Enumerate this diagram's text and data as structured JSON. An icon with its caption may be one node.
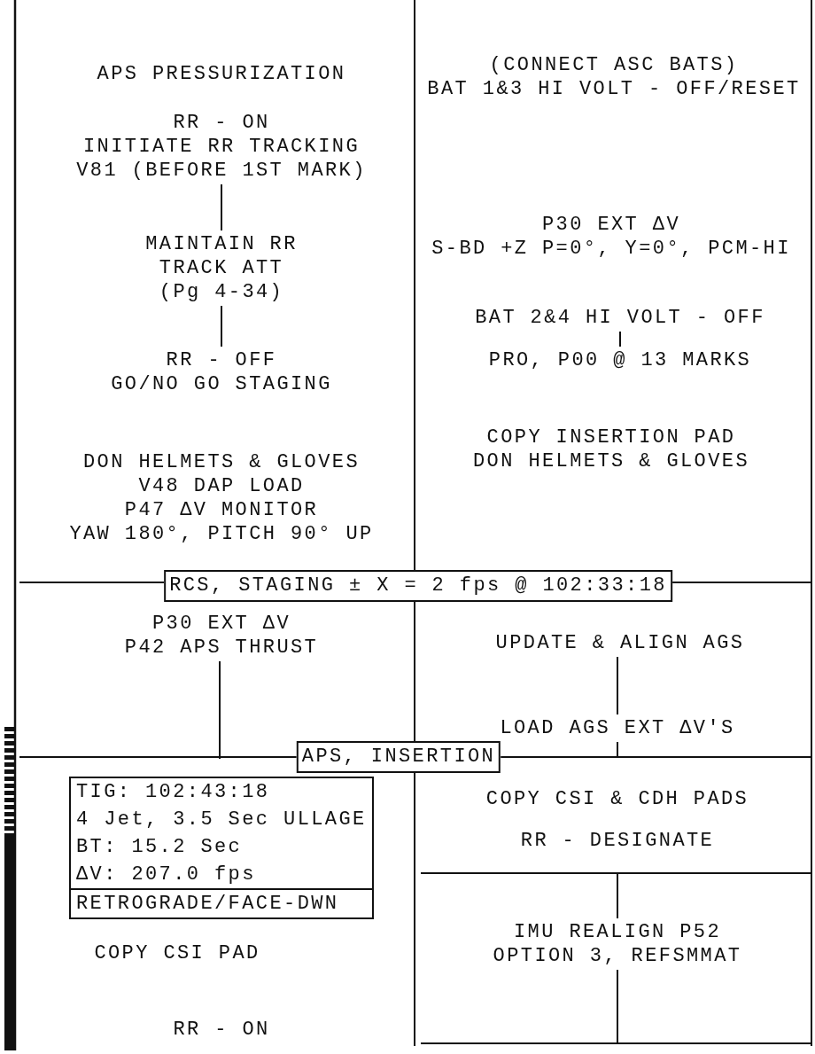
{
  "diagram": {
    "nodes": [
      {
        "text": [
          "APS PRESSURIZATION"
        ]
      },
      {
        "text": [
          "RR - ON INITIATE RR TRACKING V81 (BEFORE 1ST MARK)"
        ]
      },
      {
        "text": [
          "MAINTAIN RR TRACK ATT (Pg 4-34)"
        ]
      },
      {
        "text": [
          "RR - OFF GO/NO GO STAGING"
        ]
      },
      {
        "text": [
          "DON HELMETS & GLOVES V48 DAP LOAD P47 ΔV MONITOR YAW 180°, PITCH 90° UP"
        ]
      },
      {
        "text": [
          "(CONNECT ASC BATS) BAT 1&3 HI VOLT - OFF/RESET"
        ]
      },
      {
        "text": [
          "P30 EXT ΔV S-BD +Z P=0°, Y=0°, PCM-HI"
        ]
      },
      {
        "text": [
          "BAT 2&4 HI VOLT - OFF"
        ]
      },
      {
        "text": [
          "PRO, P00 @ 13 MARKS"
        ]
      },
      {
        "text": [
          "COPY INSERTION PAD DON HELMETS & GLOVES"
        ]
      },
      {
        "text": [
          "RCS, STAGING ± X = 2 fps @ 102:33:18"
        ]
      },
      {
        "text": [
          "P30 EXT ΔV P42 APS THRUST"
        ]
      },
      {
        "text": [
          "UPDATE & ALIGN AGS"
        ]
      },
      {
        "text": [
          "LOAD AGS EXT ΔV'S"
        ]
      },
      {
        "text": [
          "APS, INSERTION"
        ]
      },
      {
        "text": [
          "TIG:  102:43:18",
          "4 Jet, 3.5 Sec ULLAGE",
          "BT:  15.2 Sec",
          "ΔV:  207.0 fps",
          "RETROGRADE/FACE-DWN"
        ]
      },
      {
        "text": [
          "COPY CSI PAD"
        ]
      },
      {
        "text": [
          "RR - ON"
        ]
      },
      {
        "text": [
          "COPY CSI & CDH PADS"
        ]
      },
      {
        "text": [
          "RR - DESIGNATE"
        ]
      },
      {
        "text": [
          "IMU REALIGN P52 OPTION 3, REFSMMAT"
        ]
      }
    ],
    "edges": [
      {
        "from": 1,
        "to": 2,
        "arrow": "none"
      },
      {
        "from": 2,
        "to": 3,
        "arrow": "none"
      },
      {
        "from": 7,
        "to": 8,
        "arrow": "none"
      },
      {
        "from": 12,
        "to": 13,
        "arrow": "none"
      },
      {
        "from": 11,
        "to": null,
        "arrow": "none"
      },
      {
        "from": 13,
        "to": null,
        "arrow": "none"
      },
      {
        "from": null,
        "to": 20,
        "arrow": "none"
      },
      {
        "from": 20,
        "to": null,
        "arrow": "none"
      }
    ]
  }
}
